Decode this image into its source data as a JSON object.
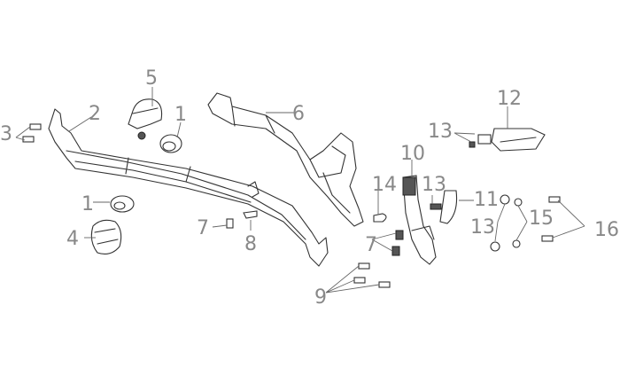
{
  "diagram": {
    "type": "exploded parts diagram",
    "callouts": [
      "1",
      "1",
      "2",
      "3",
      "4",
      "5",
      "6",
      "7",
      "7",
      "8",
      "9",
      "10",
      "11",
      "12",
      "13",
      "13",
      "13",
      "14",
      "15",
      "16"
    ]
  }
}
